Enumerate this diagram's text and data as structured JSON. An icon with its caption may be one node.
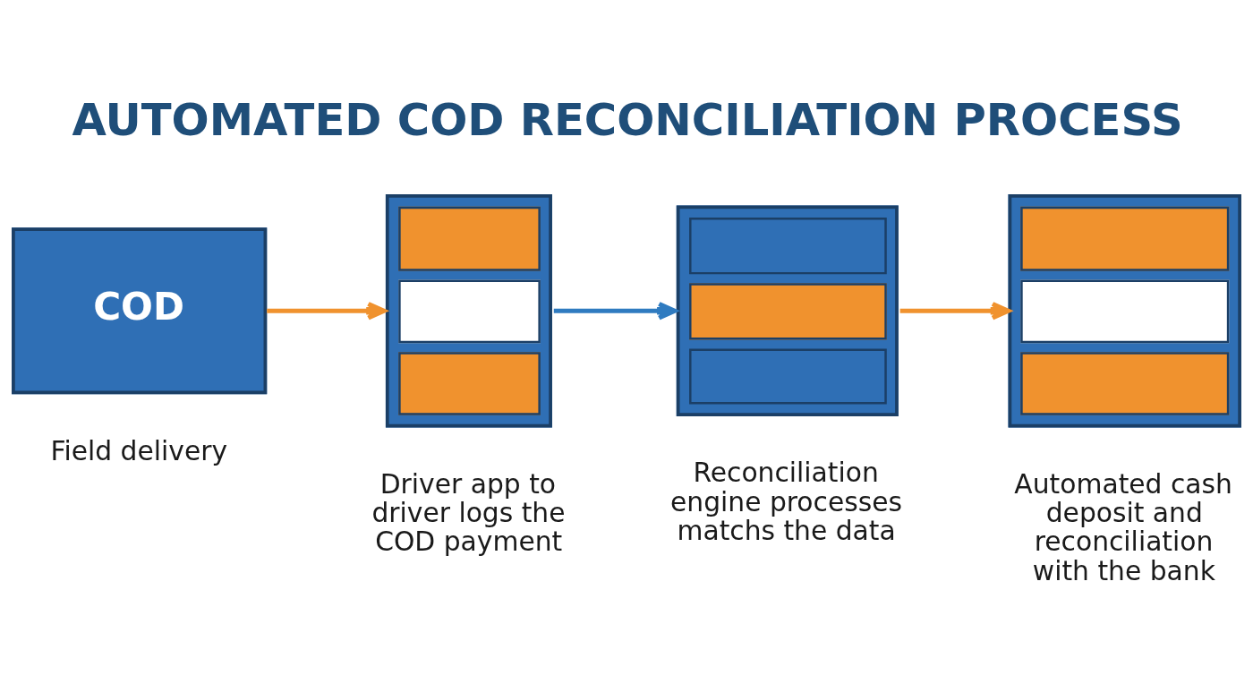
{
  "diagram": {
    "title": "AUTOMATED COD RECONCILIATION PROCESS",
    "nodes": [
      {
        "text": [
          "COD"
        ],
        "beside": [
          "Field delivery"
        ]
      },
      {
        "text": [],
        "shape": "picture",
        "beside": [
          "Driver app to driver logs the COD payment"
        ]
      },
      {
        "text": [],
        "shape": "picture",
        "beside": [
          "Reconciliation engine processes matchs the data"
        ]
      },
      {
        "text": [],
        "shape": "picture",
        "beside": [
          "Automated cash deposit and reconciliation with the bank"
        ]
      }
    ],
    "edges": [
      {
        "from": 0,
        "to": 1,
        "arrow": "to"
      },
      {
        "from": 1,
        "to": 2,
        "arrow": "to",
        "color": "#2f7bc0"
      },
      {
        "from": 2,
        "to": 3,
        "arrow": "to"
      }
    ]
  }
}
